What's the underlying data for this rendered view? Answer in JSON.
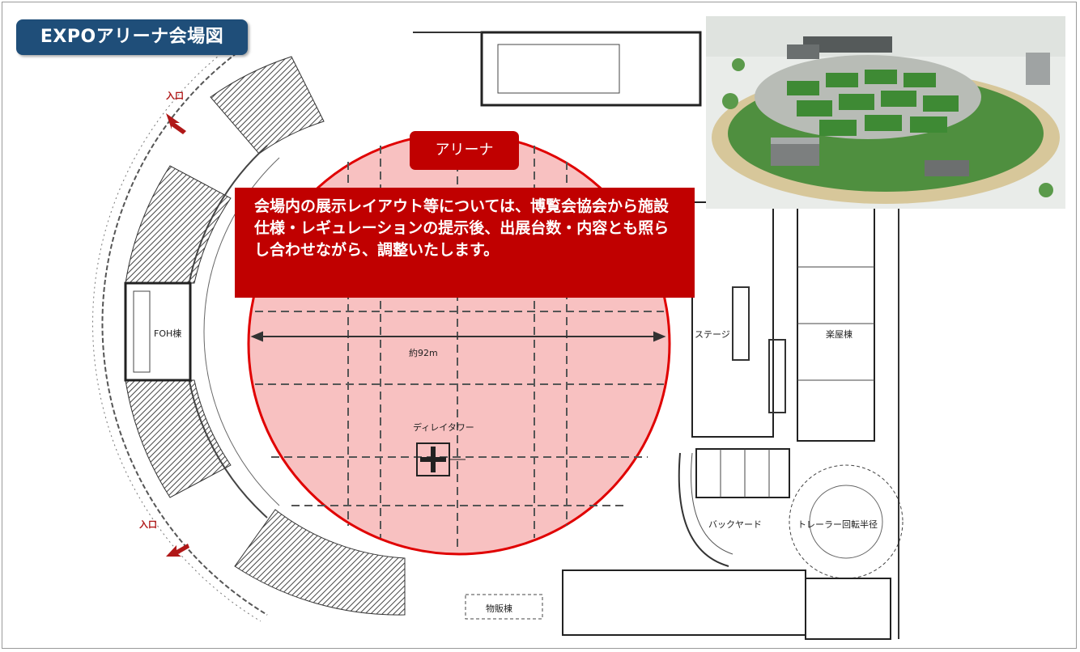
{
  "title": "EXPOアリーナ会場図",
  "arena_label": "アリーナ",
  "note": "会場内の展示レイアウト等については、博覧会協会から施設仕様・レギュレーションの提示後、出展台数・内容とも照らし合わせながら、調整いたします。",
  "plan_labels": {
    "entrance_top": "入口",
    "entrance_bottom": "入口",
    "foh": "FOH棟",
    "dimension": "約92m",
    "delay_tower": "ディレイタワー",
    "stage": "ステージ",
    "dressing": "楽屋棟",
    "backyard": "バックヤード",
    "trailer": "トレーラー回転半径",
    "goods": "物販棟"
  },
  "colors": {
    "title_bg": "#1f4e79",
    "accent_red": "#c00000",
    "arena_fill": "#f7b6b6",
    "line": "#333333"
  }
}
